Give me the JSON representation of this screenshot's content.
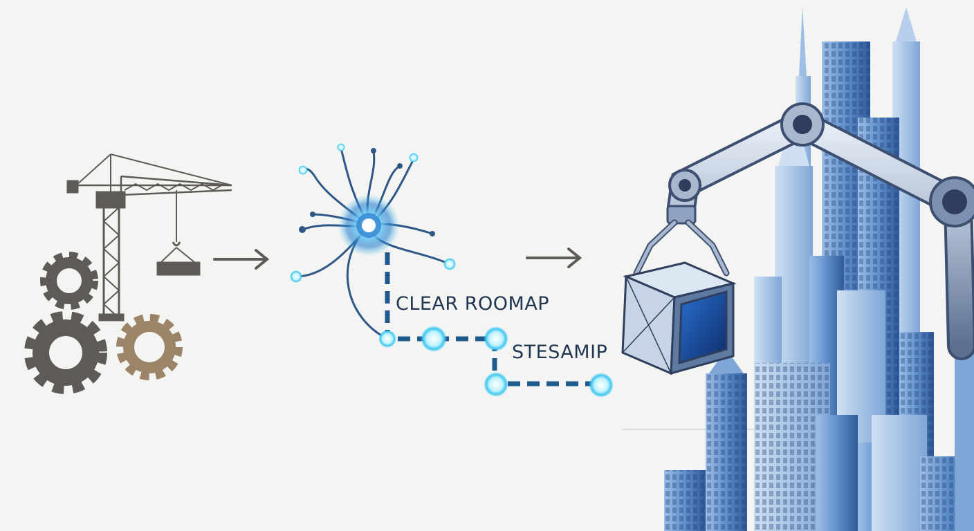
{
  "labels": {
    "roadmap": "CLEAR ROOMAP",
    "steps": "STESAMIP"
  },
  "icons": [
    "crane-icon",
    "gear-icon",
    "arrow-right-icon",
    "neuron-icon",
    "roadmap-path",
    "robot-arm",
    "city-skyline"
  ],
  "colors": {
    "background": "#f4f4f2",
    "gear_dark": "#5e5a57",
    "gear_tan": "#9c8468",
    "path_blue": "#1f5a8f",
    "node_glow": "#4fd2f5",
    "city_blue": "#3d6fb0"
  }
}
